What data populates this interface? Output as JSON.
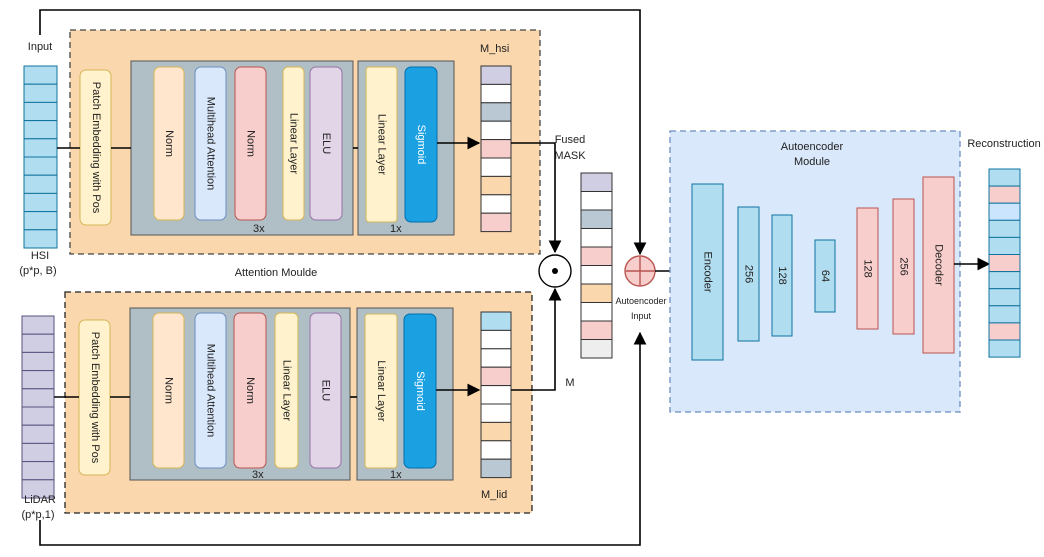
{
  "input_label": "Input",
  "hsi_label": "HSI",
  "hsi_shape": "(p*p, B)",
  "lidar_label": "LiDAR",
  "lidar_shape": "(p*p,1)",
  "patch_embed_label": "Patch Embedding with Pos",
  "block_labels": {
    "norm1": "Norm",
    "attention": "Multihead Attention",
    "norm2": "Norm",
    "linear": "Linear Layer",
    "elu": "ELU",
    "head_linear": "Linear Layer",
    "sigmoid": "Sigmoid"
  },
  "repeat_3x": "3x",
  "repeat_1x": "1x",
  "attention_module_label": "Attention  Moulde",
  "m_hsi_label": "M_hsi",
  "m_lid_label": "M_lid",
  "fused_mask_line1": "Fused",
  "fused_mask_line2": "MASK",
  "m_label": "M",
  "multiply_symbol": "⊙",
  "autoencoder_input_line1": "Autoencoder",
  "autoencoder_input_line2": "Input",
  "autoencoder_module_line1": "Autoencoder",
  "autoencoder_module_line2": "Module",
  "reconstruction_label": "Reconstruction",
  "encoder_label": "Encoder",
  "decoder_label": "Decoder",
  "layer_sizes": [
    "256",
    "128",
    "64",
    "128",
    "256"
  ],
  "colors": {
    "module_bg": "#FAD7AC",
    "stack_bg": "#B0BEC5",
    "cream": "#FFF2CC",
    "blue_block": "#DAE8FC",
    "pink": "#F8CECC",
    "purple": "#E1D5E7",
    "sigmoid": "#1BA1E2",
    "hsi_cell": "#B1DDF0",
    "lidar_cell": "#D0CEE2",
    "ae_bg": "#DAE8FC",
    "ae_blue": "#B1DDF0",
    "ae_pink": "#F8CECC"
  }
}
